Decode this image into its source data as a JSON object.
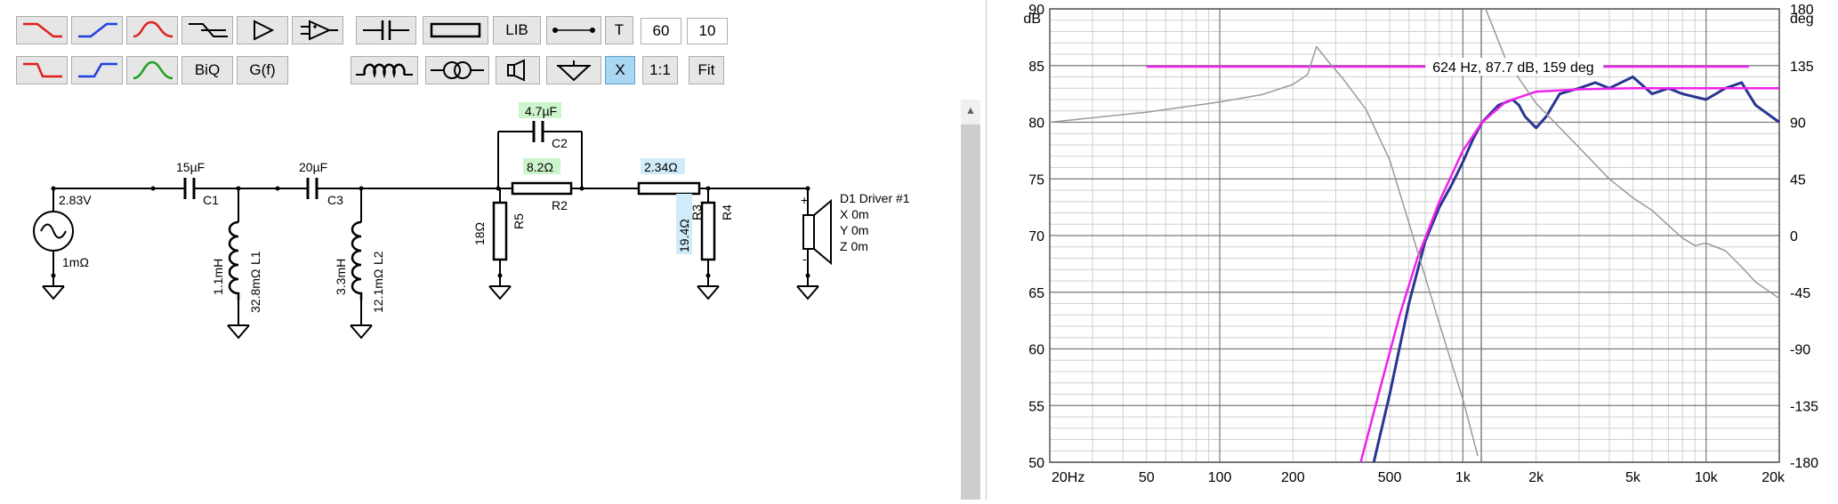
{
  "toolbar": {
    "row1_tools": [
      "lowpass-1st-tool",
      "highpass-1st-tool",
      "bandpass-tool",
      "shelf-tool",
      "amplifier-tool",
      "buffer-amplifier-tool",
      "capacitor-tool",
      "resistor-tool"
    ],
    "lib_label": "LIB",
    "wire_tool": "wire-tool",
    "t_label": "T",
    "value_a": "60",
    "value_b": "10",
    "biq_label": "BiQ",
    "gf_label": "G(f)",
    "x_label": "X",
    "ratio_label": "1:1",
    "fit_label": "Fit"
  },
  "schematic": {
    "source_voltage": "2.83V",
    "source_resistance": "1mΩ",
    "c1": {
      "value": "15µF",
      "name": "C1"
    },
    "l1": {
      "value": "1.1mH",
      "dcr": "32.8mΩ",
      "name": "L1"
    },
    "c3": {
      "value": "20µF",
      "name": "C3"
    },
    "l2": {
      "value": "3.3mH",
      "dcr": "12.1mΩ",
      "name": "L2"
    },
    "r5": {
      "value": "18Ω",
      "name": "R5"
    },
    "c2": {
      "value": "4.7µF",
      "name": "C2"
    },
    "r2": {
      "value": "8.2Ω",
      "name": "R2"
    },
    "r3": {
      "value": "2.34Ω",
      "name": "R3"
    },
    "r4": {
      "value": "19.4Ω",
      "name": "R4"
    },
    "driver": {
      "label": "D1 Driver #1",
      "x": "X 0m",
      "y": "Y 0m",
      "z": "Z 0m",
      "plus": "+",
      "minus": "-"
    }
  },
  "graph": {
    "left_unit": "dB",
    "right_unit": "deg",
    "cursor_readout": "624 Hz, 87.7 dB, 159 deg",
    "y_left_ticks": [
      "90",
      "85",
      "80",
      "75",
      "70",
      "65",
      "60",
      "55",
      "50"
    ],
    "y_right_ticks": [
      "180",
      "135",
      "90",
      "45",
      "0",
      "-45",
      "-90",
      "-135",
      "-180"
    ],
    "x_ticks": [
      "20Hz",
      "50",
      "100",
      "200",
      "500",
      "1k",
      "2k",
      "5k",
      "10k",
      "20k"
    ],
    "colors": {
      "total_response": "#2a3591",
      "target": "#ee22ee",
      "phase": "#9a9a9a",
      "grid_major": "#7a7a7a",
      "grid_minor": "#d0d0d0"
    }
  },
  "chart_data": {
    "type": "line",
    "title": "",
    "xlabel": "",
    "ylabel": "dB",
    "y2label": "deg",
    "x_scale": "log",
    "xlim": [
      20,
      20000
    ],
    "ylim": [
      50,
      90
    ],
    "y2lim": [
      -180,
      180
    ],
    "grid": true,
    "series": [
      {
        "axis": "left",
        "color": "#2a3591",
        "x": [
          430,
          500,
          600,
          700,
          800,
          900,
          1000,
          1100,
          1200,
          1400,
          1600,
          1700,
          1800,
          2000,
          2200,
          2500,
          3000,
          3500,
          4000,
          5000,
          6000,
          7000,
          8000,
          10000,
          12000,
          14000,
          16000,
          20000
        ],
        "y": [
          50,
          56,
          64,
          69.5,
          72.5,
          74.5,
          76.5,
          78.5,
          80,
          81.5,
          82,
          81.5,
          80.5,
          79.5,
          80.5,
          82.5,
          83,
          83.5,
          83,
          84,
          82.5,
          83,
          82.5,
          82,
          83,
          83.5,
          81.5,
          80
        ]
      },
      {
        "axis": "left",
        "color": "#ee22ee",
        "x": [
          380,
          450,
          550,
          650,
          800,
          1000,
          1200,
          1500,
          2000,
          3000,
          5000,
          10000,
          20000
        ],
        "y": [
          50,
          56,
          63,
          68,
          73,
          77.5,
          80,
          81.8,
          82.7,
          82.9,
          83,
          83,
          83
        ]
      },
      {
        "axis": "left",
        "color": "#ee22ee",
        "x": [
          50,
          15000
        ],
        "y": [
          84.9,
          84.9
        ]
      },
      {
        "axis": "right",
        "color": "#9a9a9a",
        "x": [
          20,
          50,
          100,
          150,
          200,
          230,
          250,
          280,
          320,
          400,
          500,
          600,
          800,
          1000,
          1150
        ],
        "y": [
          90,
          98,
          106,
          112,
          120,
          128,
          150,
          138,
          125,
          100,
          60,
          10,
          -70,
          -130,
          -175
        ]
      },
      {
        "axis": "right",
        "color": "#9a9a9a",
        "x": [
          1240,
          1500,
          2000,
          3000,
          4000,
          5000,
          6000,
          7000,
          8000,
          9000,
          10000,
          12000,
          14000,
          16000,
          20000
        ],
        "y": [
          180,
          140,
          105,
          70,
          45,
          30,
          20,
          8,
          -2,
          -8,
          -6,
          -12,
          -25,
          -37,
          -50
        ]
      }
    ]
  }
}
